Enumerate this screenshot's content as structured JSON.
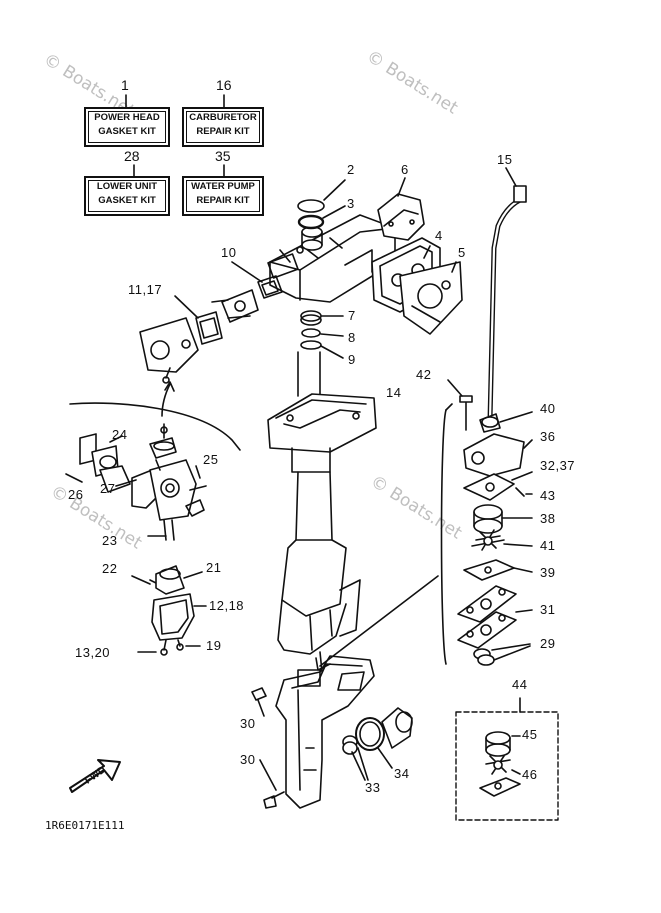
{
  "watermark": "© Boats.net",
  "diagram_code": "1R6E0171E111",
  "fwd_label": "FWD",
  "kits": [
    {
      "num": "1",
      "line1": "POWER HEAD",
      "line2": "GASKET KIT"
    },
    {
      "num": "16",
      "line1": "CARBURETOR",
      "line2": "REPAIR KIT"
    },
    {
      "num": "28",
      "line1": "LOWER UNIT",
      "line2": "GASKET KIT"
    },
    {
      "num": "35",
      "line1": "WATER PUMP",
      "line2": "REPAIR KIT"
    }
  ],
  "callouts": {
    "c2": "2",
    "c3": "3",
    "c4": "4",
    "c5": "5",
    "c6": "6",
    "c7": "7",
    "c8": "8",
    "c9": "9",
    "c10": "10",
    "c11_17": "11,17",
    "c14": "14",
    "c15": "15",
    "c24": "24",
    "c25": "25",
    "c26": "26",
    "c27": "27",
    "c23": "23",
    "c22": "22",
    "c21": "21",
    "c12_18": "12,18",
    "c13_20": "13,20",
    "c19": "19",
    "c42": "42",
    "c40": "40",
    "c36": "36",
    "c32_37": "32,37",
    "c43": "43",
    "c38": "38",
    "c41": "41",
    "c39": "39",
    "c31": "31",
    "c29": "29",
    "c44": "44",
    "c45": "45",
    "c46": "46",
    "c30a": "30",
    "c30b": "30",
    "c33": "33",
    "c34": "34"
  }
}
